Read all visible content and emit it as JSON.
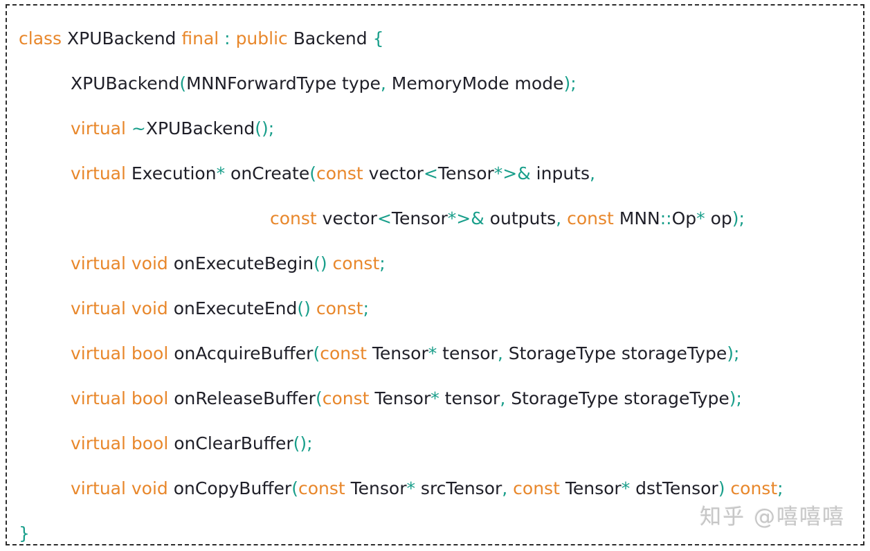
{
  "colors": {
    "background": "#ffffff",
    "border": "#2b2b2b",
    "keyword": "#e8872b",
    "punctuation": "#189e8a",
    "identifier": "#1f1f28",
    "watermark": "#c7c7c7"
  },
  "code": {
    "language": "cpp",
    "lines": [
      {
        "indent": 0,
        "tokens": [
          [
            "kw",
            "class"
          ],
          [
            "id",
            " XPUBackend "
          ],
          [
            "kw",
            "final"
          ],
          [
            "id",
            " "
          ],
          [
            "pu",
            ":"
          ],
          [
            "id",
            " "
          ],
          [
            "kw",
            "public"
          ],
          [
            "id",
            " Backend "
          ],
          [
            "pu",
            "{"
          ]
        ]
      },
      {
        "indent": 1,
        "tokens": [
          [
            "id",
            "XPUBackend"
          ],
          [
            "pu",
            "("
          ],
          [
            "id",
            "MNNForwardType type"
          ],
          [
            "pu",
            ","
          ],
          [
            "id",
            " MemoryMode mode"
          ],
          [
            "pu",
            ");"
          ]
        ]
      },
      {
        "indent": 1,
        "tokens": [
          [
            "kw",
            "virtual"
          ],
          [
            "id",
            " "
          ],
          [
            "pu",
            "~"
          ],
          [
            "id",
            "XPUBackend"
          ],
          [
            "pu",
            "();"
          ]
        ]
      },
      {
        "indent": 1,
        "tokens": [
          [
            "kw",
            "virtual"
          ],
          [
            "id",
            " Execution"
          ],
          [
            "pu",
            "*"
          ],
          [
            "id",
            " onCreate"
          ],
          [
            "pu",
            "("
          ],
          [
            "kw",
            "const"
          ],
          [
            "id",
            " vector"
          ],
          [
            "pu",
            "<"
          ],
          [
            "id",
            "Tensor"
          ],
          [
            "pu",
            "*>&"
          ],
          [
            "id",
            " inputs"
          ],
          [
            "pu",
            ","
          ]
        ]
      },
      {
        "indent": 2,
        "tokens": [
          [
            "kw",
            "const"
          ],
          [
            "id",
            " vector"
          ],
          [
            "pu",
            "<"
          ],
          [
            "id",
            "Tensor"
          ],
          [
            "pu",
            "*>&"
          ],
          [
            "id",
            " outputs"
          ],
          [
            "pu",
            ","
          ],
          [
            "id",
            " "
          ],
          [
            "kw",
            "const"
          ],
          [
            "id",
            " MNN"
          ],
          [
            "pu",
            "::"
          ],
          [
            "id",
            "Op"
          ],
          [
            "pu",
            "*"
          ],
          [
            "id",
            " op"
          ],
          [
            "pu",
            ");"
          ]
        ]
      },
      {
        "indent": 1,
        "tokens": [
          [
            "kw",
            "virtual"
          ],
          [
            "id",
            " "
          ],
          [
            "kw",
            "void"
          ],
          [
            "id",
            " onExecuteBegin"
          ],
          [
            "pu",
            "()"
          ],
          [
            "id",
            " "
          ],
          [
            "kw",
            "const"
          ],
          [
            "pu",
            ";"
          ]
        ]
      },
      {
        "indent": 1,
        "tokens": [
          [
            "kw",
            "virtual"
          ],
          [
            "id",
            " "
          ],
          [
            "kw",
            "void"
          ],
          [
            "id",
            " onExecuteEnd"
          ],
          [
            "pu",
            "()"
          ],
          [
            "id",
            " "
          ],
          [
            "kw",
            "const"
          ],
          [
            "pu",
            ";"
          ]
        ]
      },
      {
        "indent": 1,
        "tokens": [
          [
            "kw",
            "virtual"
          ],
          [
            "id",
            " "
          ],
          [
            "kw",
            "bool"
          ],
          [
            "id",
            " onAcquireBuffer"
          ],
          [
            "pu",
            "("
          ],
          [
            "kw",
            "const"
          ],
          [
            "id",
            " Tensor"
          ],
          [
            "pu",
            "*"
          ],
          [
            "id",
            " tensor"
          ],
          [
            "pu",
            ","
          ],
          [
            "id",
            " StorageType storageType"
          ],
          [
            "pu",
            ");"
          ]
        ]
      },
      {
        "indent": 1,
        "tokens": [
          [
            "kw",
            "virtual"
          ],
          [
            "id",
            " "
          ],
          [
            "kw",
            "bool"
          ],
          [
            "id",
            " onReleaseBuffer"
          ],
          [
            "pu",
            "("
          ],
          [
            "kw",
            "const"
          ],
          [
            "id",
            " Tensor"
          ],
          [
            "pu",
            "*"
          ],
          [
            "id",
            " tensor"
          ],
          [
            "pu",
            ","
          ],
          [
            "id",
            " StorageType storageType"
          ],
          [
            "pu",
            ");"
          ]
        ]
      },
      {
        "indent": 1,
        "tokens": [
          [
            "kw",
            "virtual"
          ],
          [
            "id",
            " "
          ],
          [
            "kw",
            "bool"
          ],
          [
            "id",
            " onClearBuffer"
          ],
          [
            "pu",
            "();"
          ]
        ]
      },
      {
        "indent": 1,
        "tokens": [
          [
            "kw",
            "virtual"
          ],
          [
            "id",
            " "
          ],
          [
            "kw",
            "void"
          ],
          [
            "id",
            " onCopyBuffer"
          ],
          [
            "pu",
            "("
          ],
          [
            "kw",
            "const"
          ],
          [
            "id",
            " Tensor"
          ],
          [
            "pu",
            "*"
          ],
          [
            "id",
            " srcTensor"
          ],
          [
            "pu",
            ","
          ],
          [
            "id",
            " "
          ],
          [
            "kw",
            "const"
          ],
          [
            "id",
            " Tensor"
          ],
          [
            "pu",
            "*"
          ],
          [
            "id",
            " dstTensor"
          ],
          [
            "pu",
            ")"
          ],
          [
            "id",
            " "
          ],
          [
            "kw",
            "const"
          ],
          [
            "pu",
            ";"
          ]
        ]
      },
      {
        "indent": 0,
        "tokens": [
          [
            "pu",
            "}"
          ]
        ]
      }
    ]
  },
  "watermark": {
    "text": "知乎 @嘻嘻嘻"
  }
}
